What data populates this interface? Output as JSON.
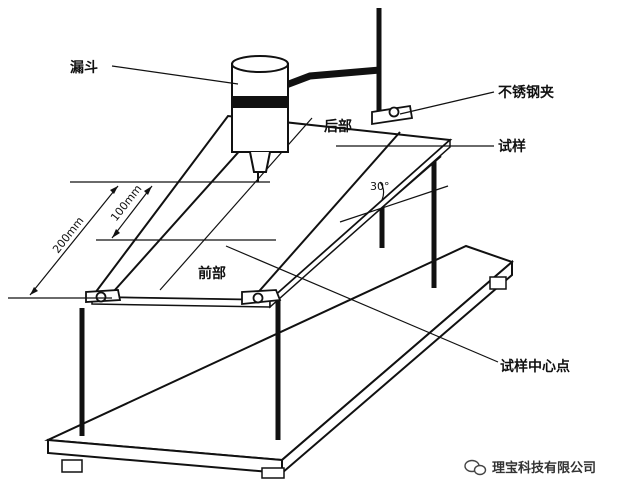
{
  "labels": {
    "funnel": "漏斗",
    "clip": "不锈钢夹",
    "sample": "试样",
    "rear": "后部",
    "front": "前部",
    "angle": "30°",
    "center": "试样中心点",
    "dim_200": "200mm",
    "dim_100": "100mm"
  },
  "watermark": "理宝科技有限公司",
  "colors": {
    "line": "#111111",
    "background": "#ffffff"
  }
}
